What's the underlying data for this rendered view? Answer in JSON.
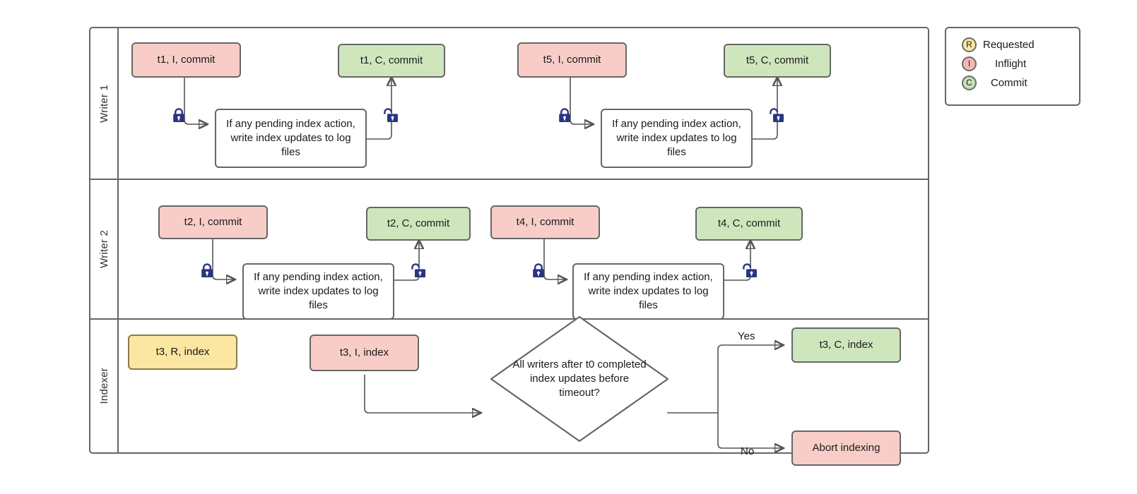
{
  "diagram": {
    "title": "Writer / Indexer concurrency swimlane",
    "colors": {
      "red": "#f8cdc8",
      "green": "#cfe6bd",
      "yellow": "#fbe6a2",
      "border": "#666666",
      "edge": "#555555",
      "lock": "#2b3383"
    }
  },
  "lanes": [
    {
      "label": "Writer 1"
    },
    {
      "label": "Writer 2"
    },
    {
      "label": "Indexer"
    }
  ],
  "writer1": {
    "t1_inflight": "t1, I, commit",
    "t1_commit": "t1, C, commit",
    "task_a": "If any pending index action, write index updates to log files",
    "t5_inflight": "t5, I, commit",
    "t5_commit": "t5, C, commit",
    "task_b": "If any pending index action, write index updates to log files",
    "lock_closed_a": "lock-closed-icon",
    "lock_open_a": "lock-open-icon",
    "lock_closed_b": "lock-closed-icon",
    "lock_open_b": "lock-open-icon"
  },
  "writer2": {
    "t2_inflight": "t2, I, commit",
    "t2_commit": "t2, C, commit",
    "task_a": "If any pending index action, write index updates to log files",
    "t4_inflight": "t4, I, commit",
    "t4_commit": "t4, C, commit",
    "task_b": "If any pending index action, write index updates to log files",
    "lock_closed_a": "lock-closed-icon",
    "lock_open_a": "lock-open-icon",
    "lock_closed_b": "lock-closed-icon",
    "lock_open_b": "lock-open-icon"
  },
  "indexer": {
    "t3_requested": "t3, R, index",
    "t3_inflight": "t3, I, index",
    "decision": "All writers after t0 completed index updates before timeout?",
    "yes_label": "Yes",
    "no_label": "No",
    "t3_commit": "t3, C, index",
    "abort": "Abort indexing"
  },
  "legend": {
    "items": [
      {
        "key": "R",
        "label": "Requested",
        "color": "#fbe6a2"
      },
      {
        "key": "I",
        "label": "Inflight",
        "color": "#f4b8b0"
      },
      {
        "key": "C",
        "label": "Commit",
        "color": "#c6e0b4"
      }
    ]
  }
}
